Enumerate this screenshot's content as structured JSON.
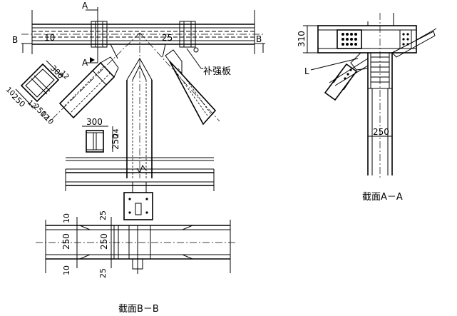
{
  "labels": {
    "section_aa_title": "截面A－A",
    "section_bb_title": "截面B－B",
    "stiffener": "补强板",
    "cut_a": "A",
    "cut_b": "B",
    "angle_l": "L"
  },
  "dimensions": {
    "top_left_10": "10",
    "top_right_25": "25",
    "box_300": "300",
    "box_12_top": "12",
    "box_10_left": "10",
    "box_250": "250",
    "box_12_mid": "12",
    "box_250_b": "250",
    "box_12_b": "12",
    "box_10_right": "10",
    "sec_300": "300",
    "sec_24": "24",
    "sec_250": "250",
    "aa_310": "310",
    "aa_250": "250",
    "bb_10_top": "10",
    "bb_25_top": "25",
    "bb_250_left": "250",
    "bb_250_mid": "250",
    "bb_10_bottom": "10",
    "bb_25_bottom": "25"
  }
}
